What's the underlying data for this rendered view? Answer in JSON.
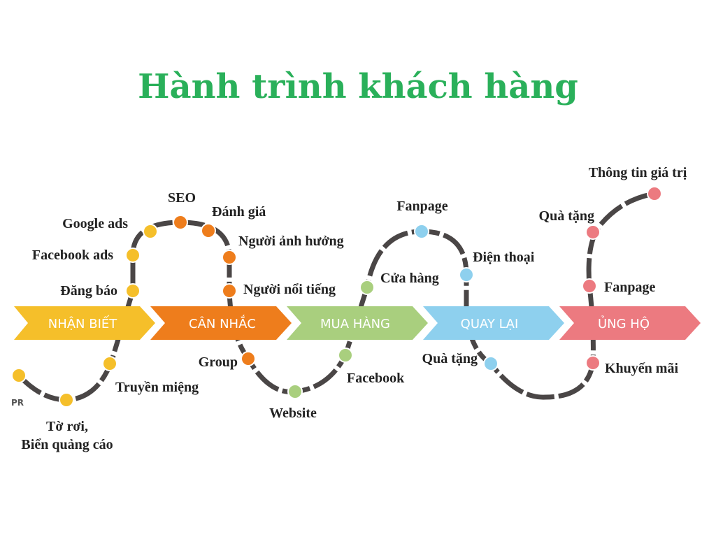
{
  "title": "Hành trình khách hàng",
  "stages": [
    {
      "label": "NHẬN BIẾT",
      "color": "#f5bf2a"
    },
    {
      "label": "CÂN NHẮC",
      "color": "#ee7d1c"
    },
    {
      "label": "MUA HÀNG",
      "color": "#a9cf7e"
    },
    {
      "label": "QUAY LẠI",
      "color": "#8ed0ee"
    },
    {
      "label": "ỦNG HỘ",
      "color": "#ec7a80"
    }
  ],
  "touchpoints": {
    "pr": "PR",
    "to_roi_1": "Tờ rơi,",
    "to_roi_2": "Biển quảng cáo",
    "truyen_mieng": "Truyền miệng",
    "dang_bao": "Đăng báo",
    "facebook_ads": "Facebook ads",
    "google_ads": "Google ads",
    "seo": "SEO",
    "danh_gia": "Đánh giá",
    "nguoi_anh_huong": "Người ảnh hưởng",
    "nguoi_noi_tieng": "Người nổi tiếng",
    "group": "Group",
    "website": "Website",
    "facebook": "Facebook",
    "cua_hang": "Cửa hàng",
    "fanpage_1": "Fanpage",
    "dien_thoai": "Điện thoại",
    "qua_tang_1": "Quà tặng",
    "khuyen_mai": "Khuyến mãi",
    "fanpage_2": "Fanpage",
    "qua_tang_2": "Quà tặng",
    "thong_tin": "Thông tin giá trị"
  }
}
